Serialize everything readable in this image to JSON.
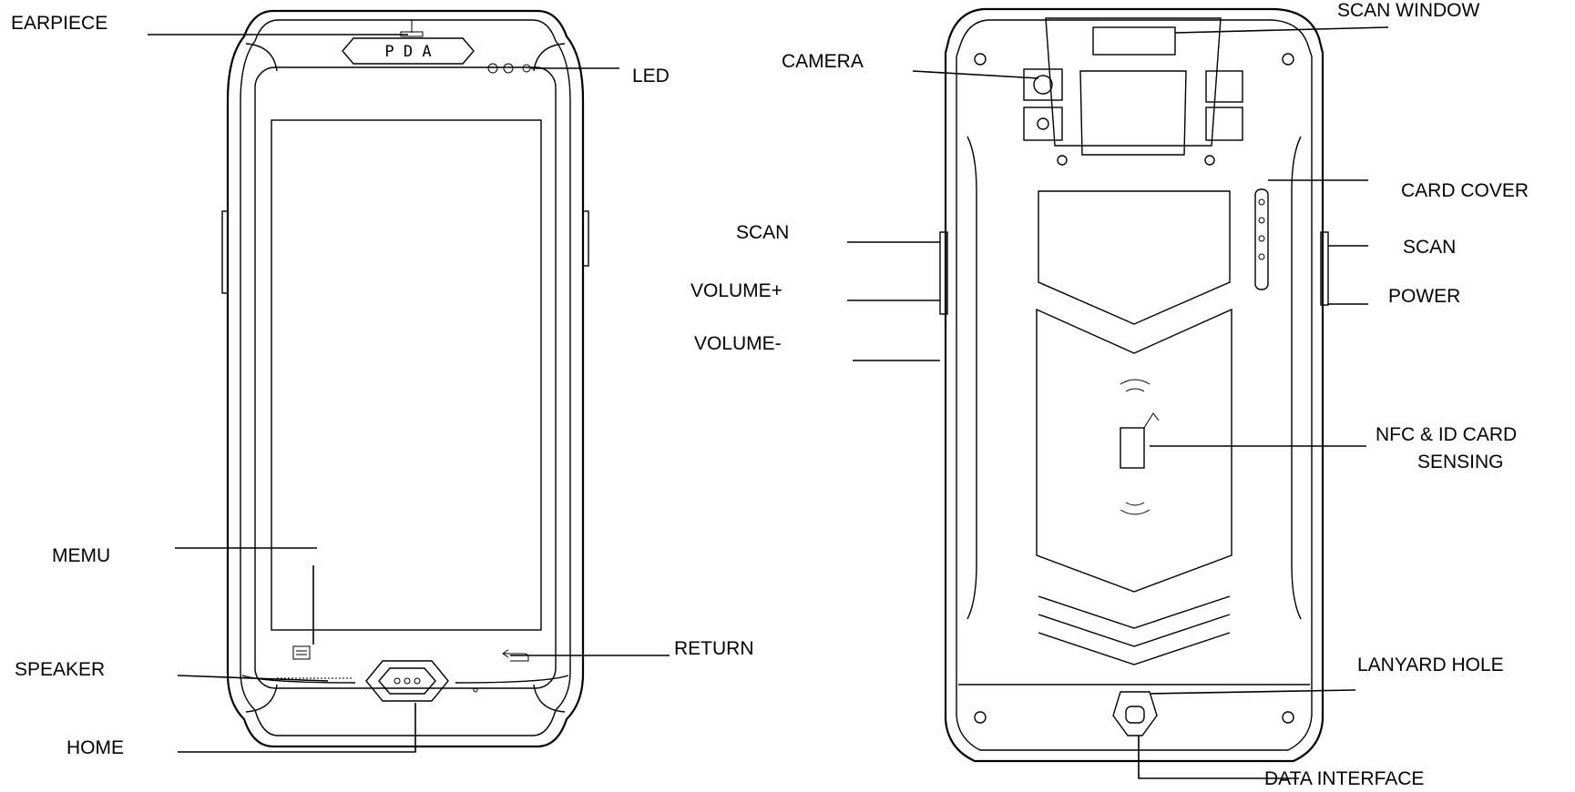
{
  "front": {
    "brand_text": "P D A",
    "labels": {
      "earpiece": "EARPIECE",
      "led": "LED",
      "memu": "MEMU",
      "return": "RETURN",
      "speaker": "SPEAKER",
      "home": "HOME"
    }
  },
  "back": {
    "labels": {
      "scan_window": "SCAN WINDOW",
      "camera": "CAMERA",
      "card_cover": "CARD COVER",
      "scan_left": "SCAN",
      "volume_up": "VOLUME+",
      "volume_down": "VOLUME-",
      "scan_right": "SCAN",
      "power": "POWER",
      "nfc_line1": "NFC & ID CARD",
      "nfc_line2": "SENSING",
      "lanyard_hole": "LANYARD HOLE",
      "data_interface": "DATA INTERFACE"
    }
  }
}
